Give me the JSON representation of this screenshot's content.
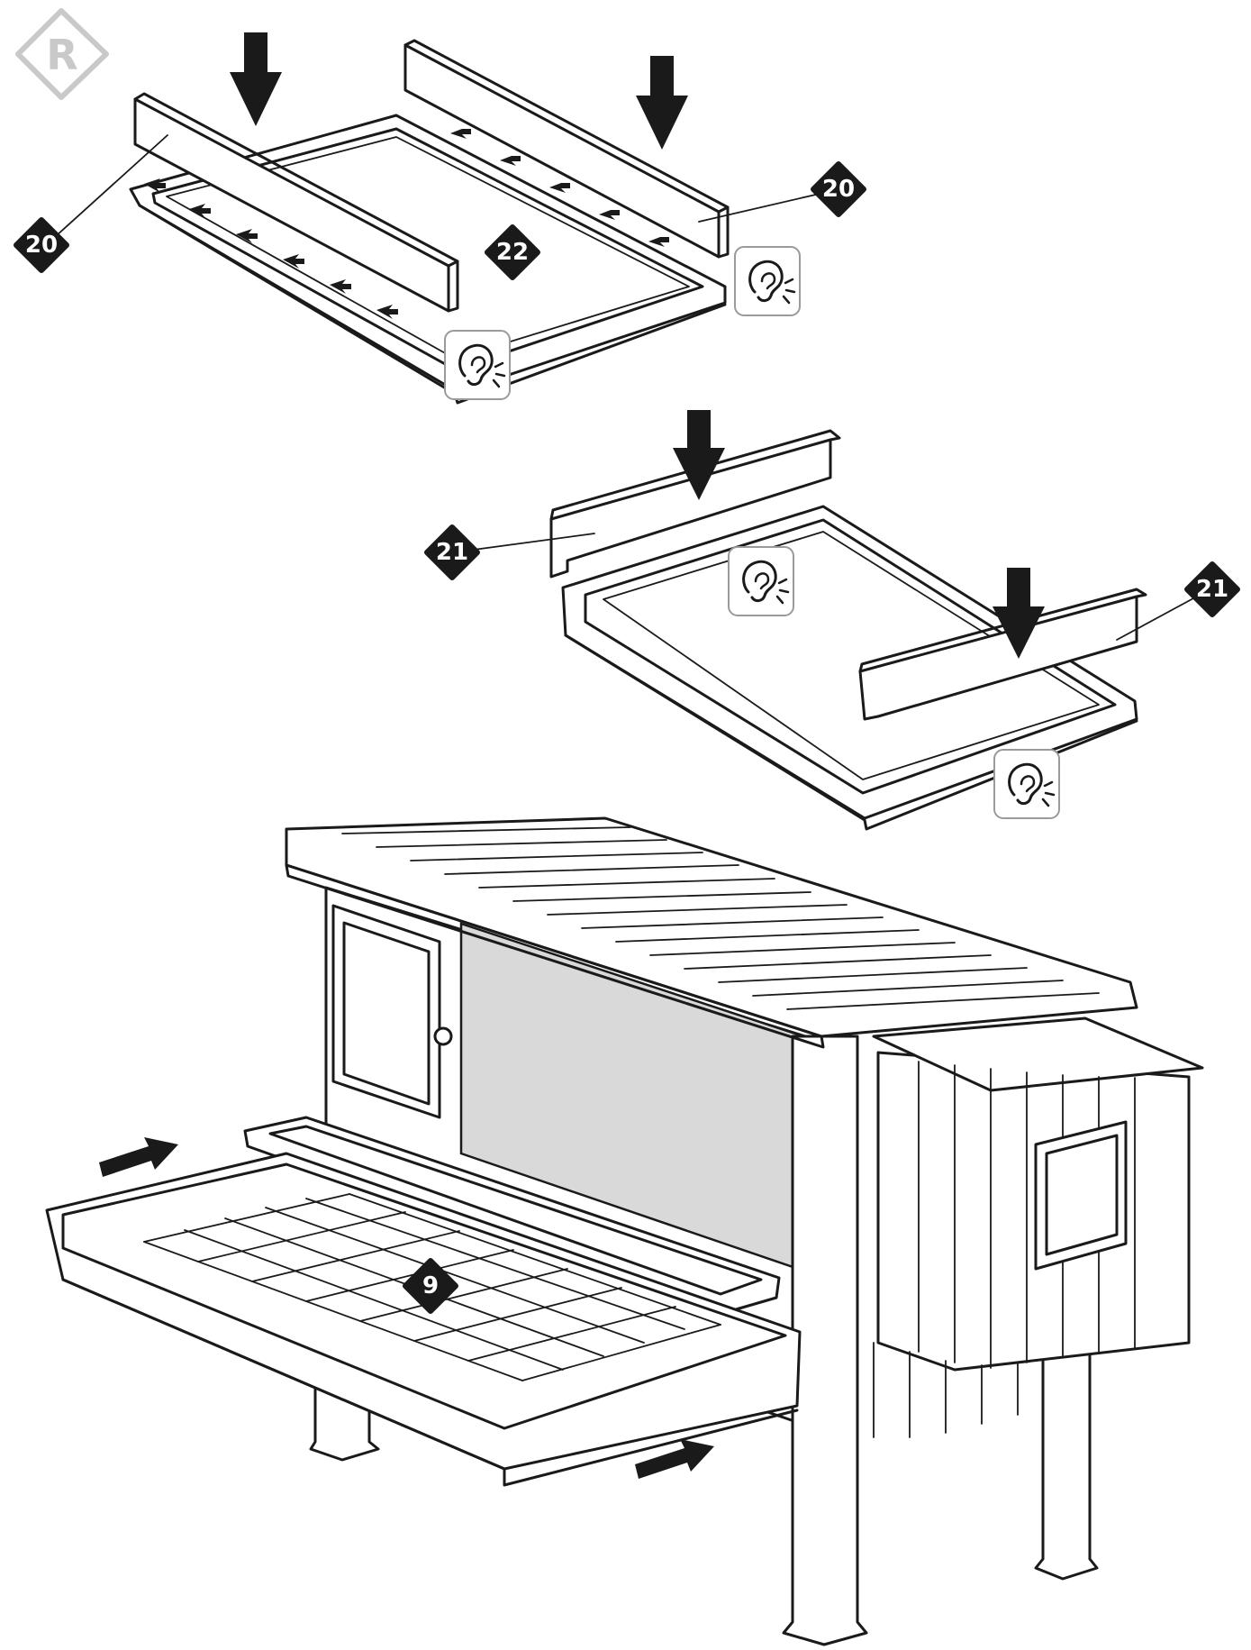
{
  "logo": {
    "letter": "R",
    "color": "#c9c9c9"
  },
  "callouts": [
    {
      "id": "callout-20-left",
      "label": "20"
    },
    {
      "id": "callout-20-right",
      "label": "20"
    },
    {
      "id": "callout-22",
      "label": "22"
    },
    {
      "id": "callout-21-left",
      "label": "21"
    },
    {
      "id": "callout-21-right",
      "label": "21"
    },
    {
      "id": "callout-9",
      "label": "9"
    }
  ],
  "icons": [
    "down-arrow-icon",
    "right-arrow-icon",
    "ear-click-icon",
    "hand-icon"
  ],
  "colors": {
    "line": "#1a1a1a",
    "panel": "#d9d9d9",
    "badge": "#1a1a1a",
    "background": "#ffffff"
  }
}
